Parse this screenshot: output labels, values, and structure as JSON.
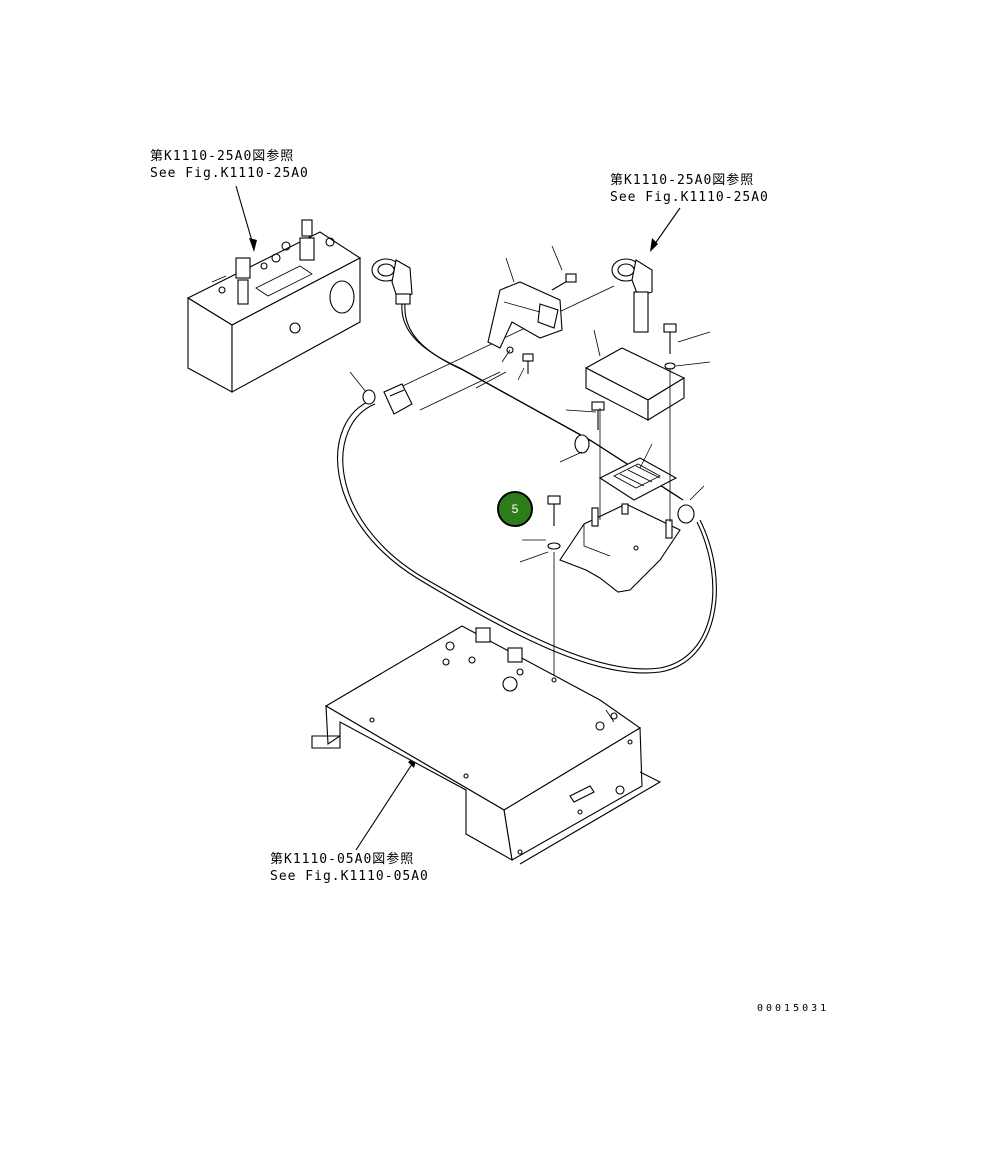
{
  "references": {
    "top_left": {
      "line_jp": "第K1110-25A0図参照",
      "line_en": "See Fig.K1110-25A0"
    },
    "top_right": {
      "line_jp": "第K1110-25A0図参照",
      "line_en": "See Fig.K1110-25A0"
    },
    "bottom": {
      "line_jp": "第K1110-05A0図参照",
      "line_en": "See Fig.K1110-05A0"
    }
  },
  "callout": {
    "label": "5",
    "color": "#2e7d1a"
  },
  "drawing_number": "00015031"
}
